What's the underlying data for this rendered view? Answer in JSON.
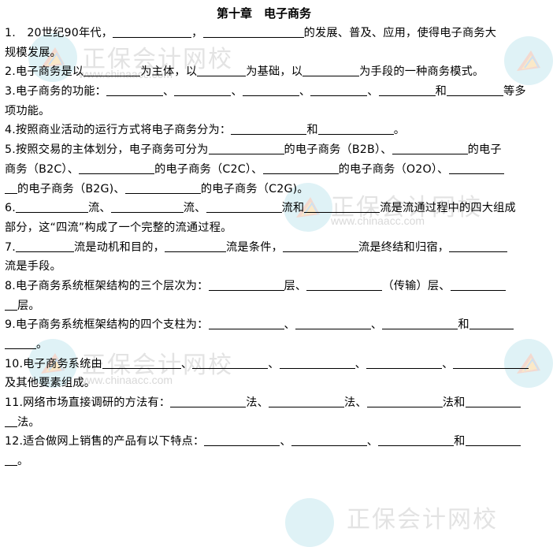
{
  "title": "第十章　电子商务",
  "watermark": {
    "brand_text": "正保会计网校",
    "url_text": "www.chinaacc.com",
    "logo_color": "#dff2f6"
  },
  "questions": [
    {
      "number": "1.",
      "lines": [
        [
          "　20世纪90年代，",
          {
            "blank": 100
          },
          "，",
          {
            "blank": 128
          },
          "的发展、普及、应用，使得电子商务大"
        ],
        [
          "规模发展。"
        ]
      ]
    },
    {
      "number": "2.",
      "lines": [
        [
          "电子商务是以",
          {
            "blank": 72
          },
          "为主体，以",
          {
            "blank": 62
          },
          "为基础，以",
          {
            "blank": 72
          },
          "为手段的一种商务模式。"
        ]
      ]
    },
    {
      "number": "3.",
      "lines": [
        [
          "电子商务的功能：",
          {
            "blank": 72
          },
          "、",
          {
            "blank": 72
          },
          "、",
          {
            "blank": 72
          },
          "、",
          {
            "blank": 72
          },
          "、",
          {
            "blank": 72
          },
          "和",
          {
            "blank": 72
          },
          "等多"
        ],
        [
          "项功能。"
        ]
      ]
    },
    {
      "number": "4.",
      "lines": [
        [
          "按照商业活动的运行方式将电子商务分为：",
          {
            "blank": 96
          },
          "和",
          {
            "blank": 96
          },
          "。"
        ]
      ]
    },
    {
      "number": "5.",
      "lines": [
        [
          "按照交易的主体划分，电子商务可分为",
          {
            "blank": 96
          },
          "的电子商务（B2B）、",
          {
            "blank": 96
          },
          "的电子"
        ],
        [
          "商务（B2C）、",
          {
            "blank": 96
          },
          "的电子商务（C2C）、",
          {
            "blank": 96
          },
          "的电子商务（O2O）、",
          {
            "blank": 70
          }
        ],
        [
          {
            "blank": 16
          },
          "的电子商务（B2G)、",
          {
            "blank": 96
          },
          "的电子商务（C2G)。"
        ]
      ]
    },
    {
      "number": "6.",
      "lines": [
        [
          {
            "blank": 92
          },
          "流、",
          {
            "blank": 92
          },
          "流、",
          {
            "blank": 96
          },
          "流和",
          {
            "blank": 96
          },
          "流是流通过程中的四大组成"
        ],
        [
          "部分，这“四流”构成了一个完整的流通过程。"
        ]
      ]
    },
    {
      "number": "7.",
      "lines": [
        [
          {
            "blank": 74
          },
          "流是动机和目的，",
          {
            "blank": 78
          },
          "流是条件，",
          {
            "blank": 96
          },
          "流是终结和归宿，",
          {
            "blank": 74
          }
        ],
        [
          "流是手段。"
        ]
      ]
    },
    {
      "number": "8.",
      "lines": [
        [
          "电子商务系统框架结构的三个层次为：",
          {
            "blank": 96
          },
          "层、",
          {
            "blank": 96
          },
          "（传输）层、",
          {
            "blank": 70
          }
        ],
        [
          {
            "blank": 16
          },
          "层。"
        ]
      ]
    },
    {
      "number": "9.",
      "lines": [
        [
          "电子商务系统框架结构的四个支柱为：",
          {
            "blank": 96
          },
          "、",
          {
            "blank": 96
          },
          "、",
          {
            "blank": 96
          },
          "和",
          {
            "blank": 56
          }
        ],
        [
          {
            "blank": 40
          },
          "。"
        ]
      ]
    },
    {
      "number": "10.",
      "lines": [
        [
          "电子商务系统由",
          {
            "blank": 100
          },
          "、",
          {
            "blank": 96
          },
          "、",
          {
            "blank": 96
          },
          "、",
          {
            "blank": 96
          },
          "、",
          {
            "blank": 96
          }
        ],
        [
          "及其他要素组成。"
        ]
      ]
    },
    {
      "number": "11.",
      "lines": [
        [
          "网络市场直接调研的方法有：",
          {
            "blank": 96
          },
          "法、",
          {
            "blank": 96
          },
          "法、",
          {
            "blank": 96
          },
          "法和",
          {
            "blank": 70
          }
        ],
        [
          {
            "blank": 16
          },
          "法。"
        ]
      ]
    },
    {
      "number": "12.",
      "lines": [
        [
          "适合做网上销售的产品有以下特点：",
          {
            "blank": 96
          },
          "、",
          {
            "blank": 96
          },
          "、",
          {
            "blank": 96
          },
          "和",
          {
            "blank": 70
          }
        ],
        [
          {
            "blank": 16
          },
          "。"
        ]
      ]
    }
  ]
}
